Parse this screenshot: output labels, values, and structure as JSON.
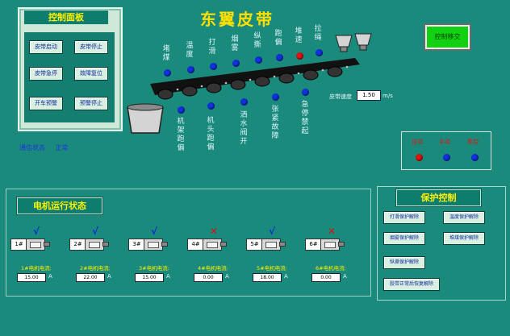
{
  "title": "东翼皮带",
  "control_panel": {
    "title": "控制面板",
    "buttons": [
      "皮带启动",
      "皮带停止",
      "皮带急停",
      "故障复位",
      "开车预警",
      "预警停止"
    ]
  },
  "control_transfer_button": "控制移交",
  "sensors": {
    "top": [
      "堵煤",
      "温度",
      "打滑",
      "烟雾",
      "纵撕",
      "跑偏",
      "堆速",
      "拉绳"
    ],
    "bottom": [
      "机架跑偏",
      "机头跑偏",
      "洒水阀开",
      "张紧故障",
      "急停禁起"
    ]
  },
  "status": {
    "label": "通信状态",
    "value": "正常"
  },
  "speed": {
    "label": "皮带速度",
    "value": "1.50",
    "unit": "m/s"
  },
  "modes": [
    "自动",
    "手动",
    "集控"
  ],
  "motor_panel": {
    "title": "电机运行状态",
    "unit": "A",
    "motors": [
      {
        "num": "1#",
        "label": "1#电机电流:",
        "current": "15.00",
        "ok": true
      },
      {
        "num": "2#",
        "label": "2#电机电流:",
        "current": "22.00",
        "ok": true
      },
      {
        "num": "3#",
        "label": "3#电机电流:",
        "current": "15.00",
        "ok": true
      },
      {
        "num": "4#",
        "label": "4#电机电流:",
        "current": "0.00",
        "ok": false
      },
      {
        "num": "5#",
        "label": "5#电机电流:",
        "current": "18.00",
        "ok": true
      },
      {
        "num": "6#",
        "label": "6#电机电流:",
        "current": "0.00",
        "ok": false
      }
    ],
    "ok_mark": "√",
    "fault_mark": "✕"
  },
  "protection": {
    "title": "保护控制",
    "buttons": [
      "打滑保护解除",
      "温度保护解除",
      "烟雾保护解除",
      "堆煤保护解除",
      "纵撕保护解除",
      "胶带正常后恢复解除"
    ]
  },
  "colors": {
    "background": "#1a8a7c",
    "title": "#ffe000",
    "lamp_blue": "#1232e0",
    "lamp_red": "#e01414",
    "button_green": "#12d112"
  }
}
